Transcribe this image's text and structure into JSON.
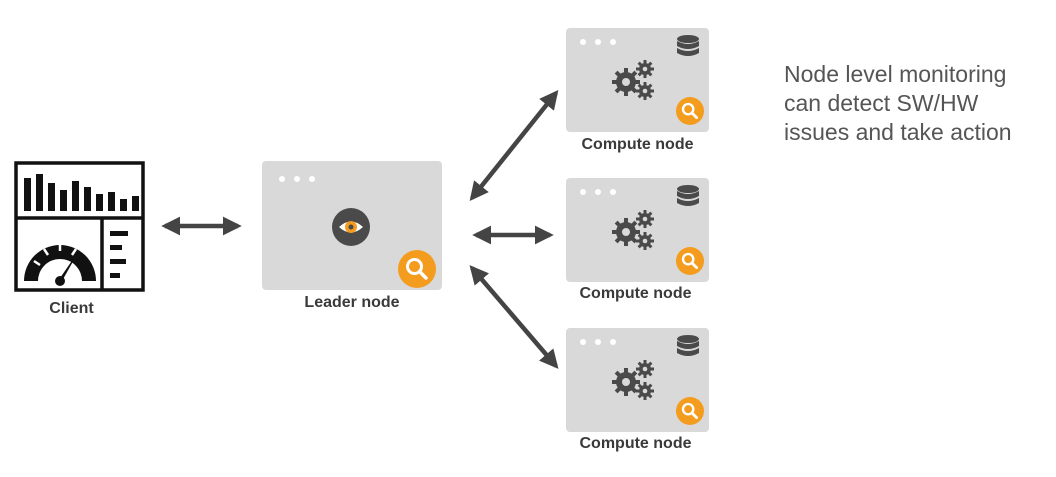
{
  "client": {
    "label": "Client"
  },
  "leader": {
    "label": "Leader node"
  },
  "compute_nodes": [
    {
      "label": "Compute node"
    },
    {
      "label": "Compute node"
    },
    {
      "label": "Compute node"
    }
  ],
  "note": {
    "lines": [
      "Node level monitoring",
      "can detect SW/HW",
      "issues and take action"
    ]
  },
  "colors": {
    "box": "#d9d9d9",
    "accent": "#f39c1d",
    "dark": "#4a4a4a",
    "arrow": "#444444"
  },
  "icons": {
    "client": "dashboard-icon",
    "leader": "eye-icon",
    "compute": "gears-icon",
    "database": "database-icon",
    "monitor": "magnifier-icon"
  }
}
